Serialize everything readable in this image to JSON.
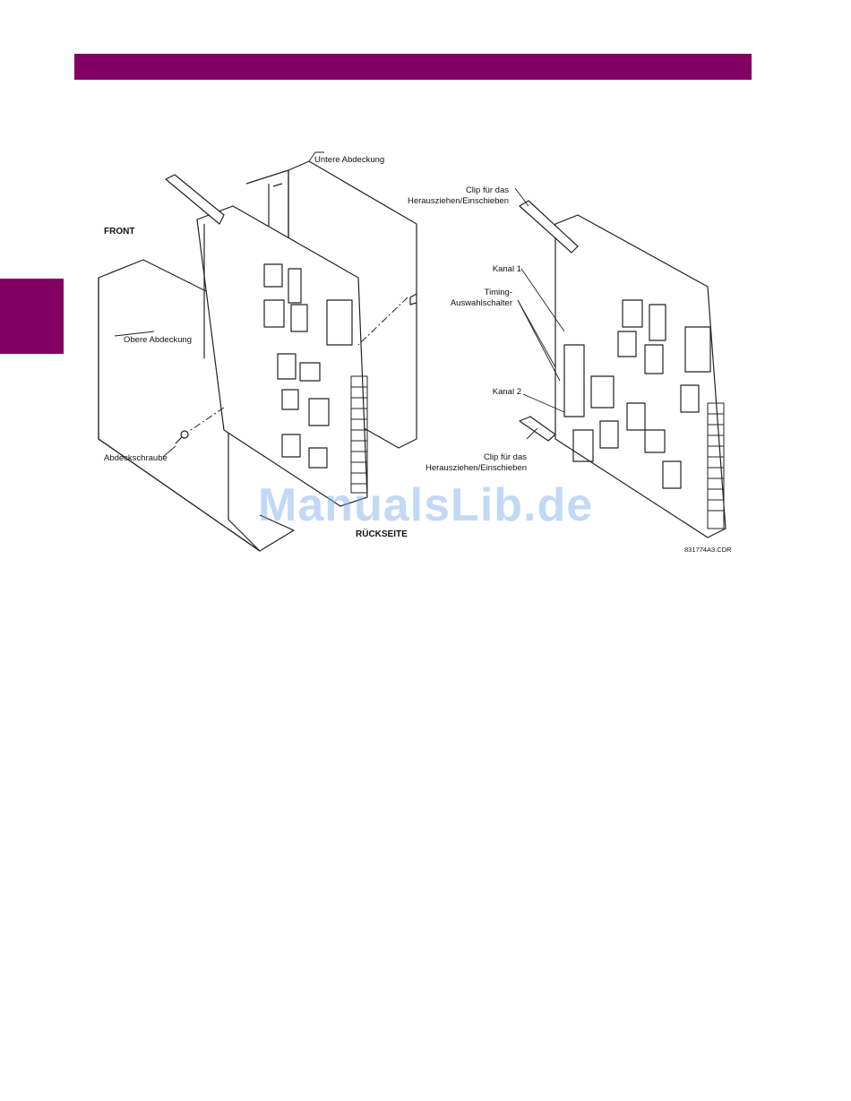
{
  "header": {
    "bar_color": "#820062"
  },
  "side_tab": {
    "color": "#820062"
  },
  "figure": {
    "labels": {
      "untere_abdeckung": "Untere Abdeckung",
      "front": "FRONT",
      "obere_abdeckung": "Obere Abdeckung",
      "abdeckschraube": "Abdeckschraube",
      "rueckseite": "RÜCKSEITE",
      "clip_top_1": "Clip für das",
      "clip_top_2": "Herausziehen/Einschieben",
      "kanal_1": "Kanal 1",
      "timing_1": "Timing-",
      "timing_2": "Auswahlschalter",
      "kanal_2": "Kanal 2",
      "clip_bottom_1": "Clip für das",
      "clip_bottom_2": "Herausziehen/Einschieben",
      "drawing_number": "831774A3.CDR"
    }
  },
  "watermark": {
    "text": "ManualsLib.de"
  }
}
